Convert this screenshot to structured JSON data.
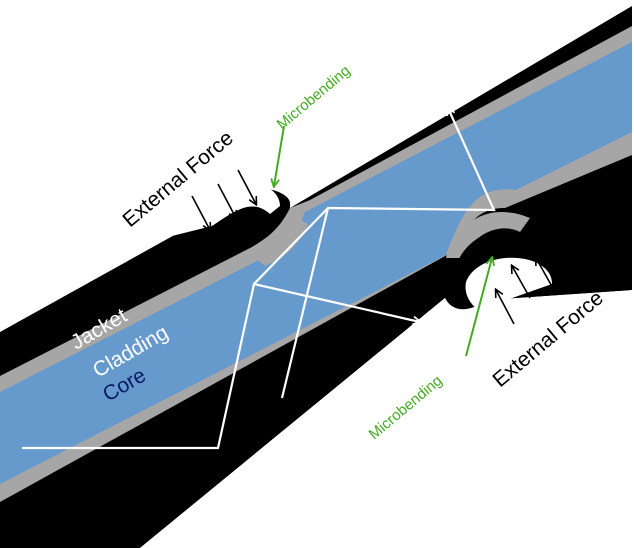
{
  "labels": {
    "jacket": "Jacket",
    "cladding": "Cladding",
    "core": "Core",
    "external_force_top": "External Force",
    "external_force_bottom": "External Force",
    "microbending_top": "Microbending",
    "microbending_bottom": "Microbending"
  },
  "colors": {
    "jacket": "#000000",
    "cladding": "#a6a6a6",
    "core": "#6699cc",
    "ray": "#ffffff",
    "microbending": "#44aa22",
    "force_arrow": "#000000",
    "label_dark": "#000000",
    "label_light": "#ffffff",
    "label_core": "#0a1a66"
  }
}
